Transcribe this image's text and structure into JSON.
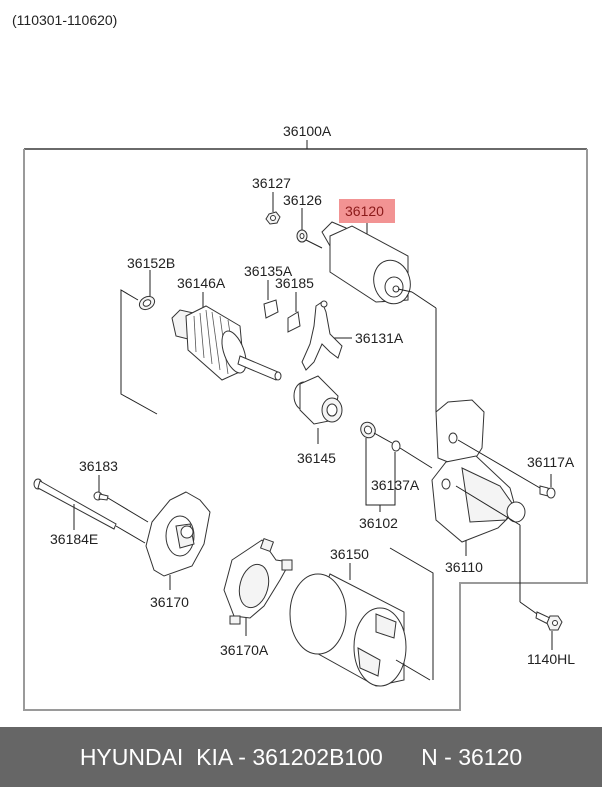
{
  "production_range": "(110301-110620)",
  "assembly_label": "36100A",
  "highlight_color": "#f08080",
  "parts": {
    "p36127": "36127",
    "p36126": "36126",
    "p36120": "36120",
    "p36152B": "36152B",
    "p36146A": "36146A",
    "p36135A": "36135A",
    "p36185": "36185",
    "p36131A": "36131A",
    "p36145": "36145",
    "p36117A": "36117A",
    "p36137A": "36137A",
    "p36102": "36102",
    "p36110": "36110",
    "p36183": "36183",
    "p36184E": "36184E",
    "p36170": "36170",
    "p36150": "36150",
    "p36170A": "36170A",
    "p1140HL": "1140HL"
  },
  "highlighted_part": "36120",
  "footer": {
    "brand": "HYUNDAI  KIA - 361202B100",
    "ref": "N - 36120"
  }
}
